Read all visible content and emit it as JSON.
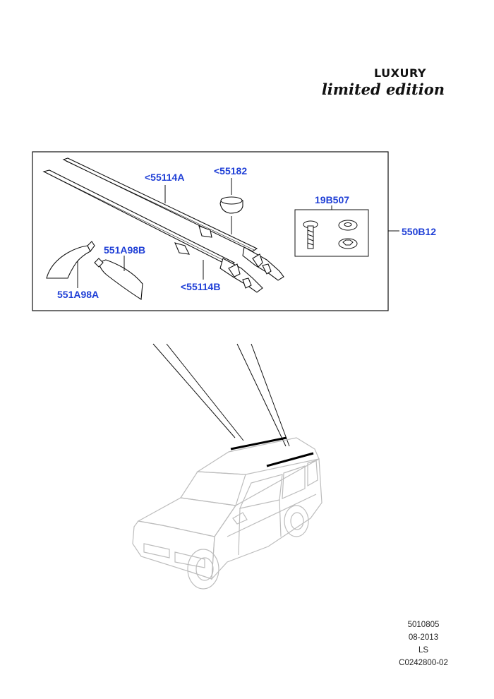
{
  "header": {
    "brand_title": "LUXURY",
    "brand_subtitle": "limited edition"
  },
  "callouts": {
    "rail_upper": "<55114A",
    "end_cap": "<55182",
    "fixing_kit": "19B507",
    "kit_assembly": "550B12",
    "cover_right": "551A98B",
    "cover_left": "551A98A",
    "rail_lower": "<55114B"
  },
  "footer": {
    "ref_number": "5010805",
    "date": "08-2013",
    "code": "LS",
    "drawing_id": "C0242800-02"
  },
  "colors": {
    "callout": "#1f3fd6",
    "line": "#111111",
    "vehicle_outline": "#bdbdbd",
    "rail_highlight": "#000000"
  },
  "icons": [
    "roof-rail-icon",
    "end-cap-icon",
    "bolt-icon",
    "washer-icon",
    "nut-icon",
    "rail-cover-icon",
    "vehicle-icon"
  ]
}
